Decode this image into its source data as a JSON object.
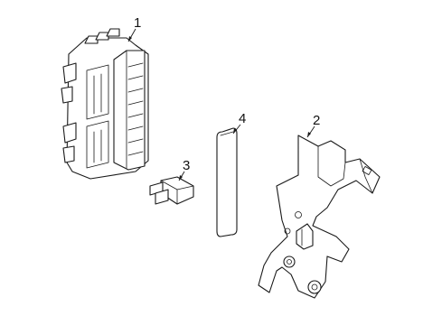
{
  "callouts": [
    {
      "id": "fuse-box",
      "label": "1"
    },
    {
      "id": "bracket",
      "label": "2"
    },
    {
      "id": "fuse",
      "label": "3"
    },
    {
      "id": "label-plate",
      "label": "4"
    }
  ]
}
